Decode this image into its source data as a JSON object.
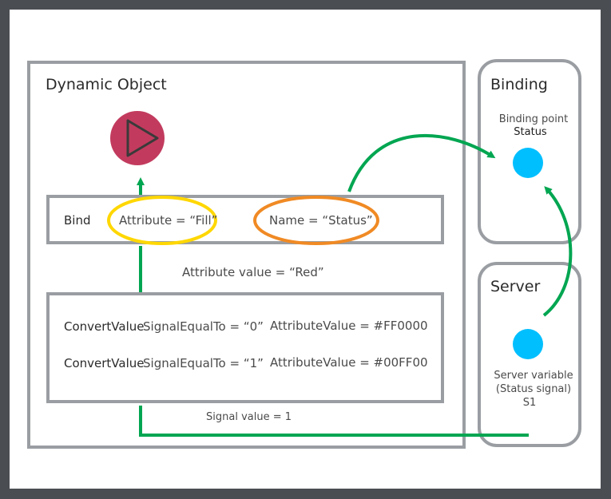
{
  "dynamic_object": {
    "title": "Dynamic Object"
  },
  "bind": {
    "label": "Bind",
    "attribute": "Attribute = “Fill”",
    "name": "Name = “Status”"
  },
  "attribute_value": "Attribute value = “Red”",
  "convert_rows": [
    {
      "label": "ConvertValue",
      "signal": "SignalEqualTo = “0”",
      "attr": "AttributeValue = #FF0000"
    },
    {
      "label": "ConvertValue",
      "signal": "SignalEqualTo = “1”",
      "attr": "AttributeValue = #00FF00"
    }
  ],
  "signal_value": "Signal value = 1",
  "binding": {
    "title": "Binding",
    "point_label": "Binding point",
    "point_name": "Status"
  },
  "server": {
    "title": "Server",
    "variable_line1": "Server variable",
    "variable_line2": "(Status signal)",
    "variable_line3": "S1"
  },
  "colors": {
    "frame": "#4a4e52",
    "box_border": "#9a9ea3",
    "arrow": "#00a651",
    "play_fill": "#c23b5e",
    "yellow_ring": "#ffd700",
    "orange_ring": "#f08a24",
    "point": "#00bfff"
  },
  "icons": {
    "play": "play-icon"
  }
}
